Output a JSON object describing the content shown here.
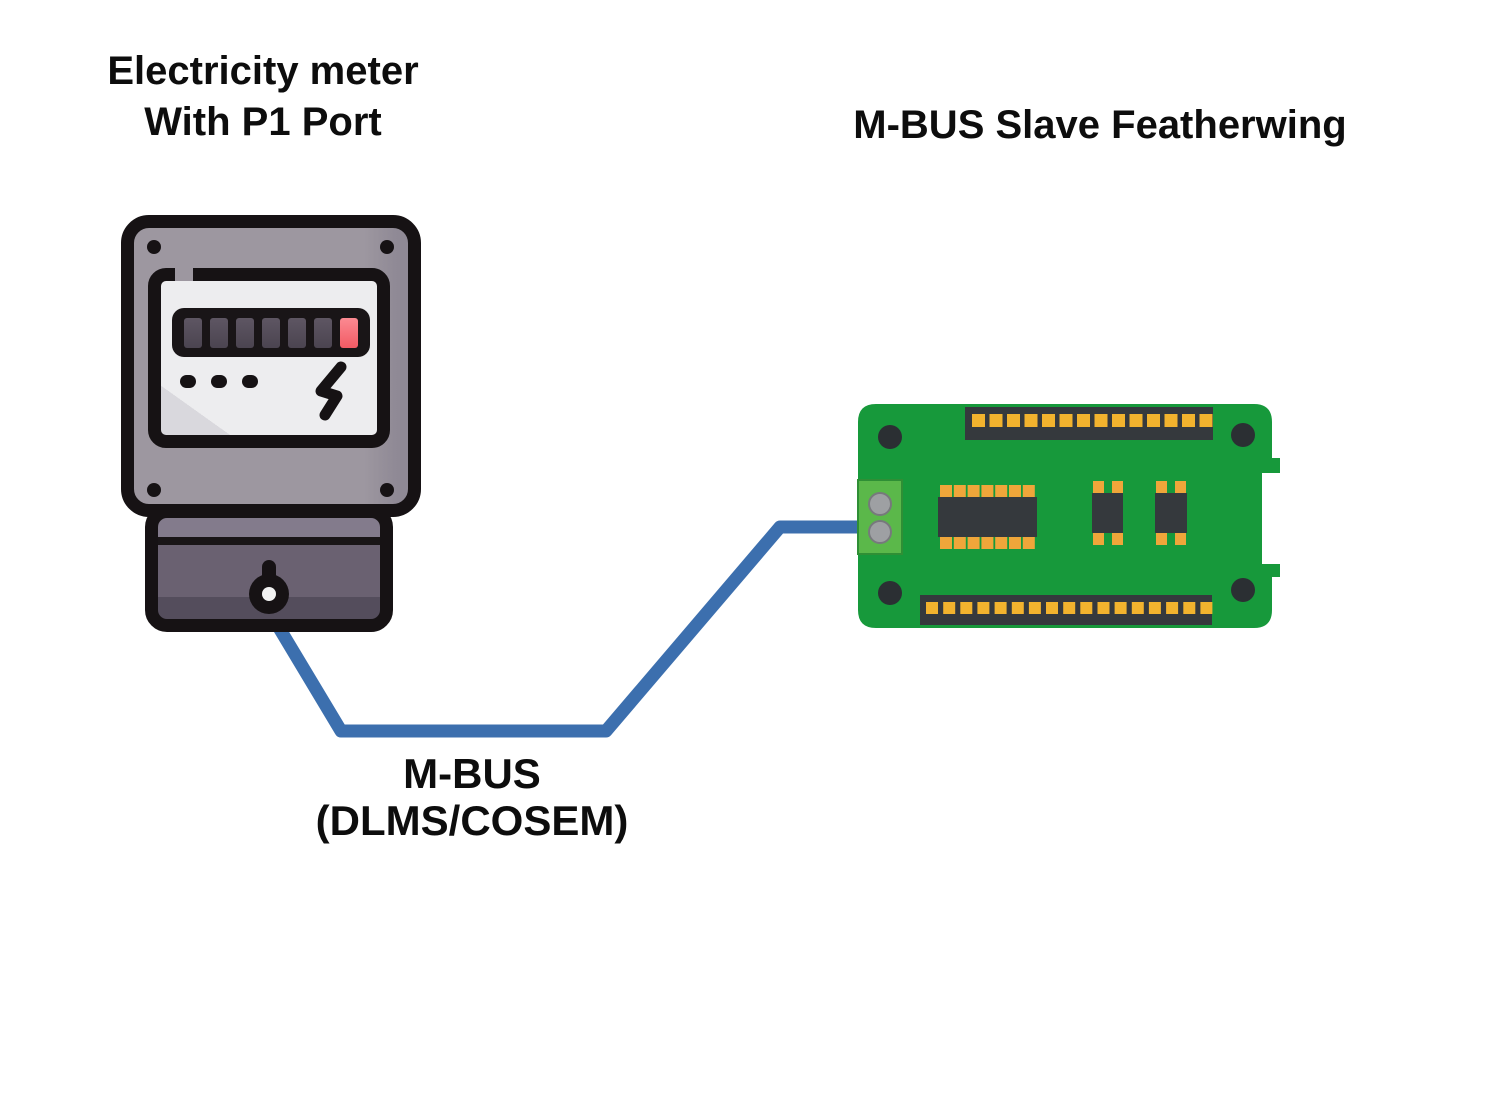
{
  "meter": {
    "title_line1": "Electricity meter",
    "title_line2": "With P1 Port",
    "icon": "electricity-meter-icon",
    "digits": [
      "gray",
      "gray",
      "gray",
      "gray",
      "gray",
      "gray",
      "red"
    ],
    "dot_count": 3,
    "screw_count": 4
  },
  "featherwing": {
    "title": "M-BUS Slave Featherwing",
    "icon": "featherwing-pcb-icon",
    "pins": {
      "top_header": 14,
      "bottom_header": 17,
      "ic_per_side": 7,
      "smd_per_side": 2,
      "terminal_screws": 2,
      "mounting_holes": 4
    }
  },
  "connection": {
    "label_line1": "M-BUS",
    "label_line2": "(DLMS/COSEM)",
    "wire_icon": "mbus-wire"
  },
  "colors": {
    "background": "#ffffff",
    "text": "#0d0d0d",
    "outline": "#161214",
    "wire_blue": "#3C6FAE",
    "meter_body_gray": "#9D97A0",
    "meter_body_shade": "#8F8995",
    "panel_white": "#EDEDEF",
    "panel_shade": "#D9D8DD",
    "digit_strip_black": "#191517",
    "digit_gray_top": "#5E5663",
    "digit_gray_bottom": "#4B4450",
    "digit_red_top": "#FB8A92",
    "digit_red_bottom": "#F25A64",
    "bottom_band_light": "#837B8C",
    "bottom_mid": "#6A6171",
    "bottom_band_dark": "#544D5C",
    "keyhole_white": "#F2F2F2",
    "pcb_green": "#17993B",
    "terminal_green": "#5BB84A",
    "terminal_border": "#2F8F35",
    "terminal_screw_gray": "#9EA0A3",
    "terminal_screw_edge": "#77797C",
    "header_dark": "#35393D",
    "pad_yellow": "#F2B32E",
    "pad_orange": "#EFA63A",
    "hole_dark": "#2B2F33"
  }
}
